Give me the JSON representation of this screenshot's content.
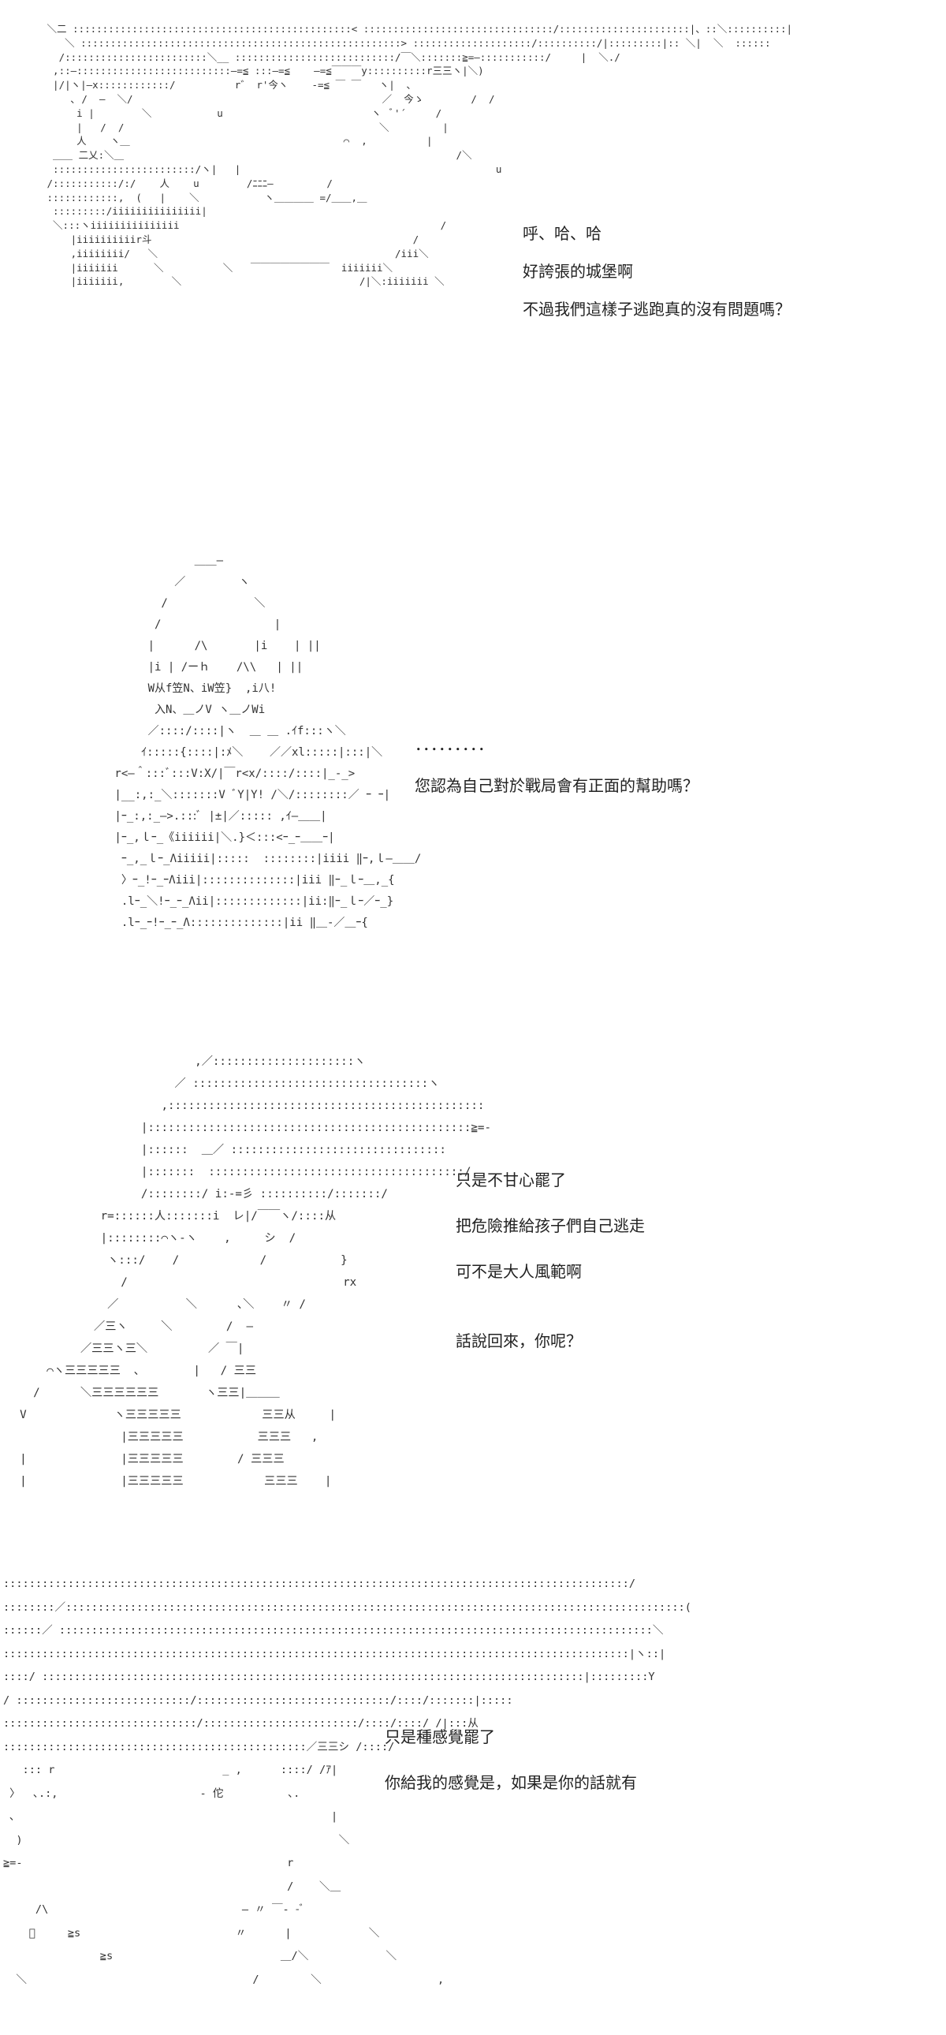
{
  "panels": [
    {
      "art": " ＼二 :::::::::::::::::::::::::::::::::::::::::::::::< ::::::::::::::::::::::::::::::::/::::::::::::::::::::::|、::＼::::::::::|\n    ＼ ::::::::::::::::::::::::::::::::::::::::::::::::::::::> ::::::::::::::::::::/::::::::::/|:::::::::|:: ＼|  ＼  ::::::\n   /::::::::::::::::::::::::＼__ :::::::::::::::::::::::::::/￣＼:::::::≧=―:::::::::::/     |  ＼./\n  ,::―::::::::::::::::::::::::::―=≦ :::―=≦    ―=≦￣￣￣y::::::::::r三三ヽ|＼)\n  |/|ヽ|―x::::::::::::/          r゛ r'今ヽ    -=≦ ￣ ￣   ヽ|  ､\n     ､ /  ―  ＼/                                          ／  今ゝ        /  /\n      i |        ＼           u                         ヽ  ﾞ'´     /\n      |   /  /                                           ＼         |\n      人    ヽ＿                                    ⌒  ,          |\n  ＿＿ 二乂:＼＿                                                        /＼\n  ::::::::::::::::::::::::/ヽ|   |                                           u\n /:::::::::::/:/    人    u        /ﾆﾆﾆ―         /\n ::::::::::::,  (   |    ＼           ヽ＿＿＿＿ =/＿＿,＿\n  :::::::::/iiiiiiiiiiiiiii|\n  ＼:::ヽiiiiiiiiiiiiiii                                            /\n     |iiiiiiiiiir斗                                            /\n     ,iiiiiiii/   ＼                                        /iii＼\n     |iiiiiii      ＼          ＼   ￣￣￣￣￣￣￣￣  iiiiiii＼\n     |iiiiiii,        ＼                              /|＼:iiiiiii ＼",
      "lines": [
        "呼、哈、哈",
        "好誇張的城堡啊",
        "不過我們這樣子逃跑真的沒有問題嗎？"
      ]
    },
    {
      "art": "                    ＿＿―\n                 ／        ヽ\n               /             ＼\n              /                 |\n             |      /\\       |i    | ||\n             |i | /ーｈ    /\\\\   | ||\n             W从f笠N、iW笠}  ,i八!\n              入N、＿ノV ヽ＿ノWi\n             ／::::/::::|ヽ  ＿ ＿ .ｲf:::ヽ＼\n            ｲ:::::{::::|:ﾒ＼    ／／xl:::::|:::|＼\n        r<―＾:::ﾞ:::V:X/|￣r<x/::::/::::|_-_>\n        |__:,:_＼:::::::V ﾞY|Y! /＼/::::::::／ ｰ ｰ|\n        |ｰ_:,:_―>.:::ﾞ |±|／::::: ,ｲ―＿＿|\n        |ｰ_,ｌｰ_《iiiiii|＼.}＜:::<ｰ_ｰ＿＿ｰ|\n         ｰ_,_ｌｰ_Λiiiii|:::::  ::::::::|iiii ‖ｰ,ｌ―＿＿/\n         〉ｰ_!ｰ_ｰΛiii|::::::::::::::|iii ‖ｰ_ｌｰ＿,_{\n         .lｰ_＼!ｰ_ｰ_Λii|:::::::::::::|ii:‖ｰ_ｌｰ／ｰ_}\n         .lｰ_ｰ!ｰ_ｰ_Λ::::::::::::::|ii ‖＿-／＿ｰ{",
      "lines": [
        "．．．．．．．．．",
        "您認為自己對於戰局會有正面的幫助嗎？"
      ]
    },
    {
      "art": "                            ,／:::::::::::::::::::::ヽ\n                         ／ :::::::::::::::::::::::::::::::::::ヽ\n                       ,:::::::::::::::::::::::::::::::::::::::::::::::\n                    |::::::::::::::::::::::::::::::::::::::::::::::::≧=-\n                    |::::::  ＿／ ::::::::::::::::::::::::::::::::\n                    |:::::::  ::::::::::::::::::::::::::::::::::::::/\n                    /::::::::/ i:-=彡 ::::::::::/:::::::/\n              r=::::::人:::::::i  レ|/￣￣ヽ/::::从\n              |::::::::⌒ヽ-ヽ    ,     シ  /\n               ヽ:::/    /            /           }\n                 /                                rx\n               ／          ＼      ､＼    〃 /\n             ／三ヽ     ＼        /  ―\n           ／三三ヽ三＼         ／ ￣|\n      ⌒ヽ三三三三三  ､        |   / 三三\n    /      ＼三三三三三三       ヽ三三|＿＿＿\n  V             ヽ三三三三三            三三从     |\n                 |三三三三三           三三三   ,\n  |              |三三三三三        / 三三三\n  |              |三三三三三            三三三    |",
      "lines": [
        "只是不甘心罷了",
        "把危險推給孩子們自己逃走",
        "可不是大人風範啊",
        "",
        "話說回來，你呢？"
      ]
    },
    {
      "art": ":::::::::::::::::::::::::::::::::::::::::::::::::::::::::::::::::::::::::::::::::::::::::::::::::/\n::::::::／::::::::::::::::::::::::::::::::::::::::::::::::::::::::::::::::::::::::::::::::::::::::::::::::(\n::::::／ ::::::::::::::::::::::::::::::::::::::::::::::::::::::::::::::::::::::::::::::::::::::::::::＼\n:::::::::::::::::::::::::::::::::::::::::::::::::::::::::::::::::::::::::::::::::::::::::::::::::|ヽ::|\n::::/ ::::::::::::::::::::::::::::::::::::::::::::::::::::::::::::::::::::::::::::::::::::|:::::::::Y\n/ :::::::::::::::::::::::::::/::::::::::::::::::::::::::::::/::::/:::::::|:::::\n::::::::::::::::::::::::::::::/::::::::::::::::::::::::/::::/::::/ /|:::从\n:::::::::::::::::::::::::::::::::::::::::::::::／三三シ /::::/\n   ::: r                          _ ,      ::::/ /ｱ|\n 〉  ､.:,                      - 佗          ､.\n ､                                                 |\n  )                                                 ＼\n≧=-                                         r\n                                            /    ＼＿\n     /\\                              ― 〃 ￣- -ﾞ\n    ﾞ     ≧s                        〃      |            ＼\n               ≧s                          ＿/＼            ＼\n  ＼                                   /        ＼                  ,",
      "lines": [
        "只是種感覺罷了",
        "你給我的感覺是，如果是你的話就有"
      ]
    }
  ]
}
